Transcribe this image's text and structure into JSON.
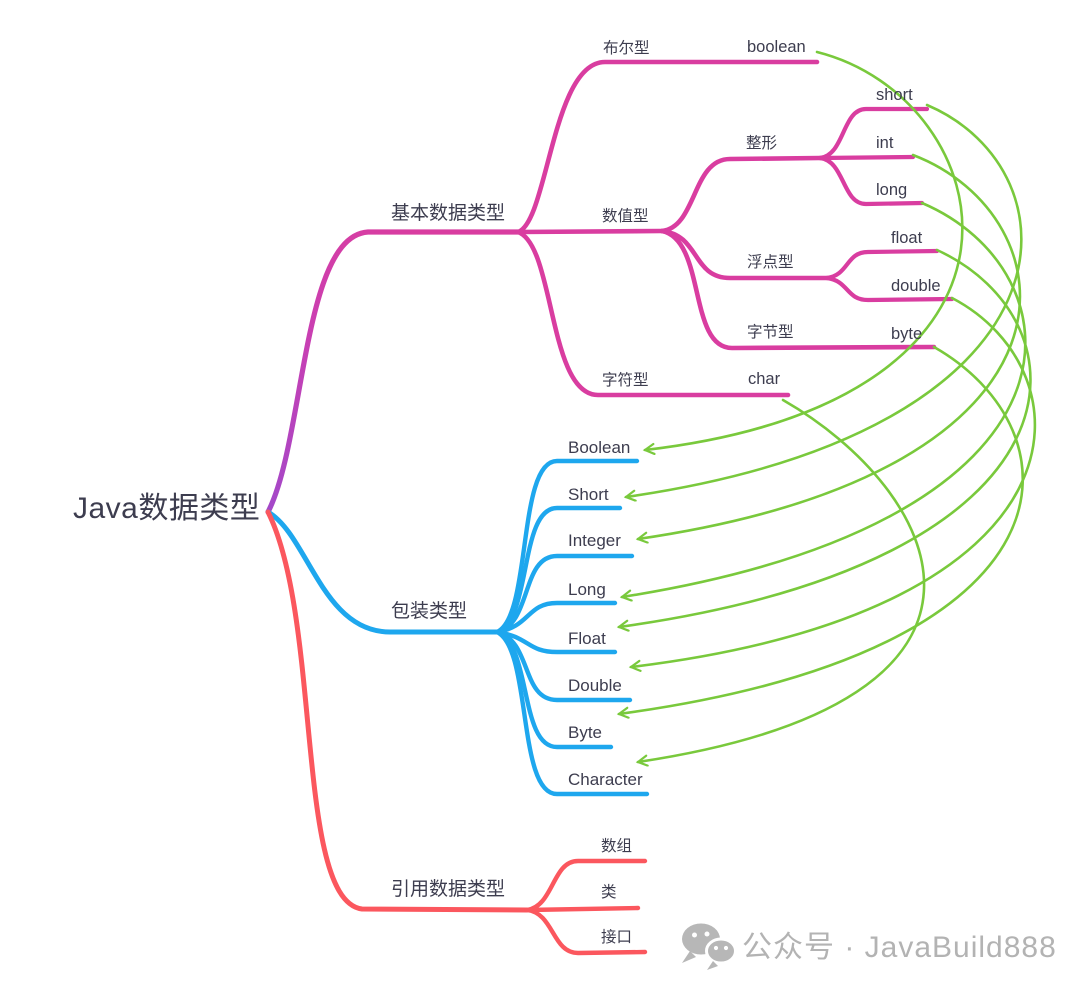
{
  "root": {
    "label": "Java数据类型"
  },
  "branches": {
    "basic": {
      "label": "基本数据类型",
      "children": {
        "boolType": {
          "label": "布尔型",
          "children": {
            "boolean": {
              "label": "boolean"
            }
          }
        },
        "numeric": {
          "label": "数值型",
          "children": {
            "integerType": {
              "label": "整形",
              "children": {
                "short": {
                  "label": "short"
                },
                "int": {
                  "label": "int"
                },
                "long": {
                  "label": "long"
                }
              }
            },
            "floatType": {
              "label": "浮点型",
              "children": {
                "float": {
                  "label": "float"
                },
                "double": {
                  "label": "double"
                }
              }
            },
            "byteType": {
              "label": "字节型",
              "children": {
                "byte": {
                  "label": "byte"
                }
              }
            }
          }
        },
        "charType": {
          "label": "字符型",
          "children": {
            "char": {
              "label": "char"
            }
          }
        }
      }
    },
    "wrapper": {
      "label": "包装类型",
      "children": {
        "Boolean": {
          "label": "Boolean"
        },
        "Short": {
          "label": "Short"
        },
        "Integer": {
          "label": "Integer"
        },
        "Long": {
          "label": "Long"
        },
        "Float": {
          "label": "Float"
        },
        "Double": {
          "label": "Double"
        },
        "Byte": {
          "label": "Byte"
        },
        "Character": {
          "label": "Character"
        }
      }
    },
    "reference": {
      "label": "引用数据类型",
      "children": {
        "array": {
          "label": "数组"
        },
        "class": {
          "label": "类"
        },
        "interface": {
          "label": "接口"
        }
      }
    }
  },
  "mappings": [
    {
      "from": "boolean",
      "to": "Boolean"
    },
    {
      "from": "short",
      "to": "Short"
    },
    {
      "from": "int",
      "to": "Integer"
    },
    {
      "from": "long",
      "to": "Long"
    },
    {
      "from": "float",
      "to": "Float"
    },
    {
      "from": "double",
      "to": "Double"
    },
    {
      "from": "byte",
      "to": "Byte"
    },
    {
      "from": "char",
      "to": "Character"
    }
  ],
  "colors": {
    "basic_branch": "#d93da0",
    "basic_trunk_start": "#a348c9",
    "wrapper_branch": "#1ea7ee",
    "reference_branch": "#fb575e",
    "mapping_arrow": "#79c93c",
    "node_text": "#3d3d4f",
    "watermark": "#b3b3b3"
  },
  "watermark": {
    "icon": "wechat-icon",
    "text": "公众号 · JavaBuild888"
  }
}
